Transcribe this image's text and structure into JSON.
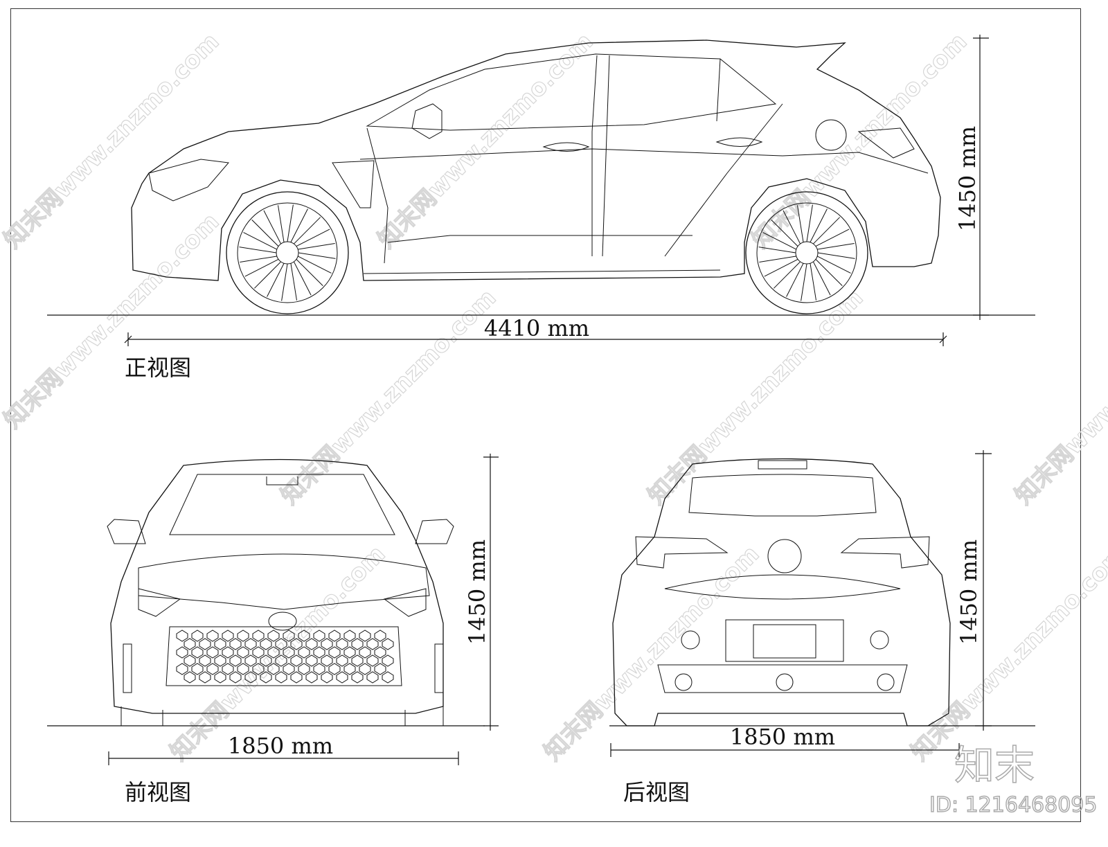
{
  "side_view": {
    "label": "正视图",
    "length_dim": "4410 mm",
    "height_dim": "1450 mm"
  },
  "front_view": {
    "label": "前视图",
    "width_dim": "1850 mm",
    "height_dim": "1450 mm"
  },
  "rear_view": {
    "label": "后视图",
    "width_dim": "1850 mm",
    "height_dim": "1450 mm"
  },
  "watermark": {
    "text": "知末网www.znzmo.com",
    "logo": "知末",
    "id": "ID: 1216468095"
  },
  "colors": {
    "line": "#111111",
    "watermark": "#d6d6d6"
  }
}
